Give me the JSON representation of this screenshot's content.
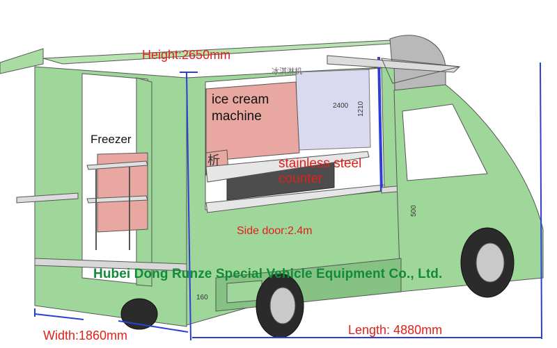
{
  "dimensions": {
    "height": "Height:2650mm",
    "width": "Width:1860mm",
    "length": "Length: 4880mm",
    "side_door": "Side door:2.4m",
    "opening_width": "2400",
    "opening_height": "1210",
    "counter_height": "500",
    "step": "160"
  },
  "labels": {
    "ice_cream_line1": "ice cream",
    "ice_cream_line2": "machine",
    "freezer": "Freezer",
    "counter_line1": "stainless steel",
    "counter_line2": "counter",
    "machine_brand": "冰淇淋机",
    "unit_mark": "析"
  },
  "company": "Hubei Dong Runze Special Vehicle Equipment Co., Ltd.",
  "colors": {
    "body": "#9fd79a",
    "body_dark": "#86c283",
    "roof": "#b7e3b0",
    "machine": "#e8a7a0",
    "dimension_line": "#2b3fd6",
    "label_red": "#e0201a",
    "company_green": "#128a3a"
  }
}
